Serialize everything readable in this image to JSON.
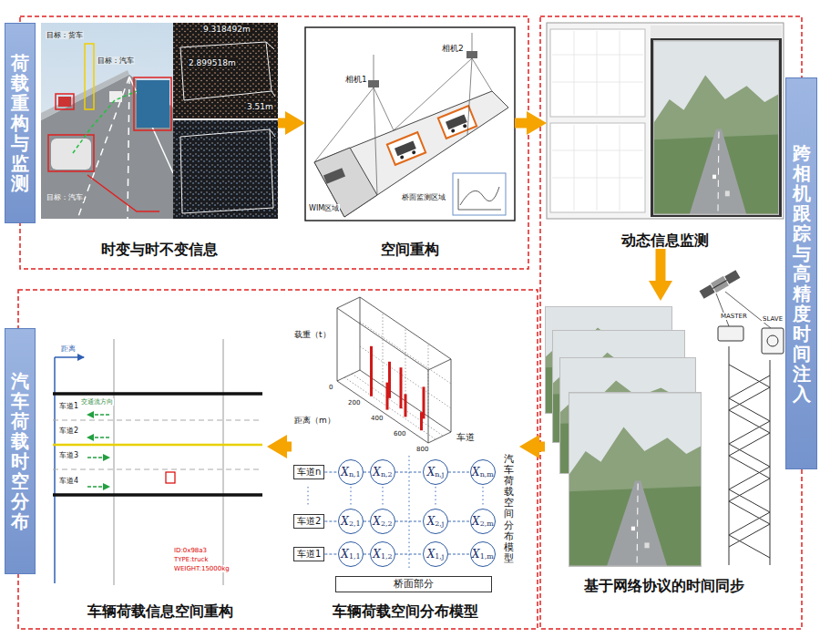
{
  "diagram": {
    "nodes": [
      {
        "text": [
          "荷载重构与监测"
        ]
      },
      {
        "text": [
          "时变与时不变信息"
        ]
      },
      {
        "text": [
          "空间重构"
        ]
      },
      {
        "text": [
          "动态信息监测"
        ]
      },
      {
        "text": [
          "跨相机跟踪与高精度时间注入"
        ]
      },
      {
        "text": [
          "基于网络协议的时间同步"
        ]
      },
      {
        "text": [
          "车辆荷载空间分布模型"
        ]
      },
      {
        "text": [
          "车辆荷载信息空间重构"
        ]
      },
      {
        "text": [
          "汽车荷载时空分布"
        ]
      },
      {
        "text": [
          "车道n"
        ],
        "in": 6
      },
      {
        "text": [
          "X",
          "n,1"
        ],
        "in": 6
      },
      {
        "text": [
          "X",
          "n,2"
        ],
        "in": 6
      },
      {
        "text": [
          "X",
          "n,j"
        ],
        "in": 6
      },
      {
        "text": [
          "X",
          "n,m"
        ],
        "in": 6
      },
      {
        "text": [
          "车道2"
        ],
        "in": 6
      },
      {
        "text": [
          "X",
          "2,1"
        ],
        "in": 6
      },
      {
        "text": [
          "X",
          "2,2"
        ],
        "in": 6
      },
      {
        "text": [
          "X",
          "2,j"
        ],
        "in": 6
      },
      {
        "text": [
          "X",
          "2,m"
        ],
        "in": 6
      },
      {
        "text": [
          "车道1"
        ],
        "in": 6
      },
      {
        "text": [
          "X",
          "1,1"
        ],
        "in": 6
      },
      {
        "text": [
          "X",
          "1,2"
        ],
        "in": 6
      },
      {
        "text": [
          "X",
          "1,j"
        ],
        "in": 6
      },
      {
        "text": [
          "X",
          "1,m"
        ],
        "in": 6
      },
      {
        "text": [
          "桥面部分"
        ],
        "in": 6
      }
    ],
    "edges": [
      {
        "from": 1,
        "to": 2,
        "arrow": "to"
      },
      {
        "from": 2,
        "to": 3,
        "arrow": "to"
      },
      {
        "from": 3,
        "to": 5,
        "arrow": "to"
      },
      {
        "from": 5,
        "to": 6,
        "arrow": "to"
      },
      {
        "from": 6,
        "to": 7,
        "arrow": "to"
      },
      {
        "from": 9,
        "to": 10,
        "arrow": "none"
      },
      {
        "from": 10,
        "to": 11,
        "arrow": "none"
      },
      {
        "from": 11,
        "to": 12,
        "arrow": "none"
      },
      {
        "from": 12,
        "to": 13,
        "arrow": "none"
      },
      {
        "from": 14,
        "to": 15,
        "arrow": "none"
      },
      {
        "from": 15,
        "to": 16,
        "arrow": "none"
      },
      {
        "from": 16,
        "to": 17,
        "arrow": "none"
      },
      {
        "from": 17,
        "to": 18,
        "arrow": "none"
      },
      {
        "from": 19,
        "to": 20,
        "arrow": "none"
      },
      {
        "from": 20,
        "to": 21,
        "arrow": "none"
      },
      {
        "from": 21,
        "to": 22,
        "arrow": "none"
      },
      {
        "from": 22,
        "to": 23,
        "arrow": "none"
      }
    ],
    "labels": [
      "目标：货车",
      "目标：汽车",
      "目标：汽车",
      "9.318492m",
      "2.899518m",
      "3.51m",
      "相机1",
      "相机2",
      "WIM区域",
      "桥面监测区域",
      "MASTER",
      "SLAVE",
      "载重（t）",
      "距离（m）",
      "车道",
      "0",
      "200",
      "400",
      "600",
      "800",
      "汽车荷载空间分布模型",
      "距离",
      "交通流方向",
      "车道1",
      "车道2",
      "车道3",
      "车道4",
      "ID:0x98a3",
      "TYPE:truck",
      "WEIGHT:15000kg"
    ]
  }
}
